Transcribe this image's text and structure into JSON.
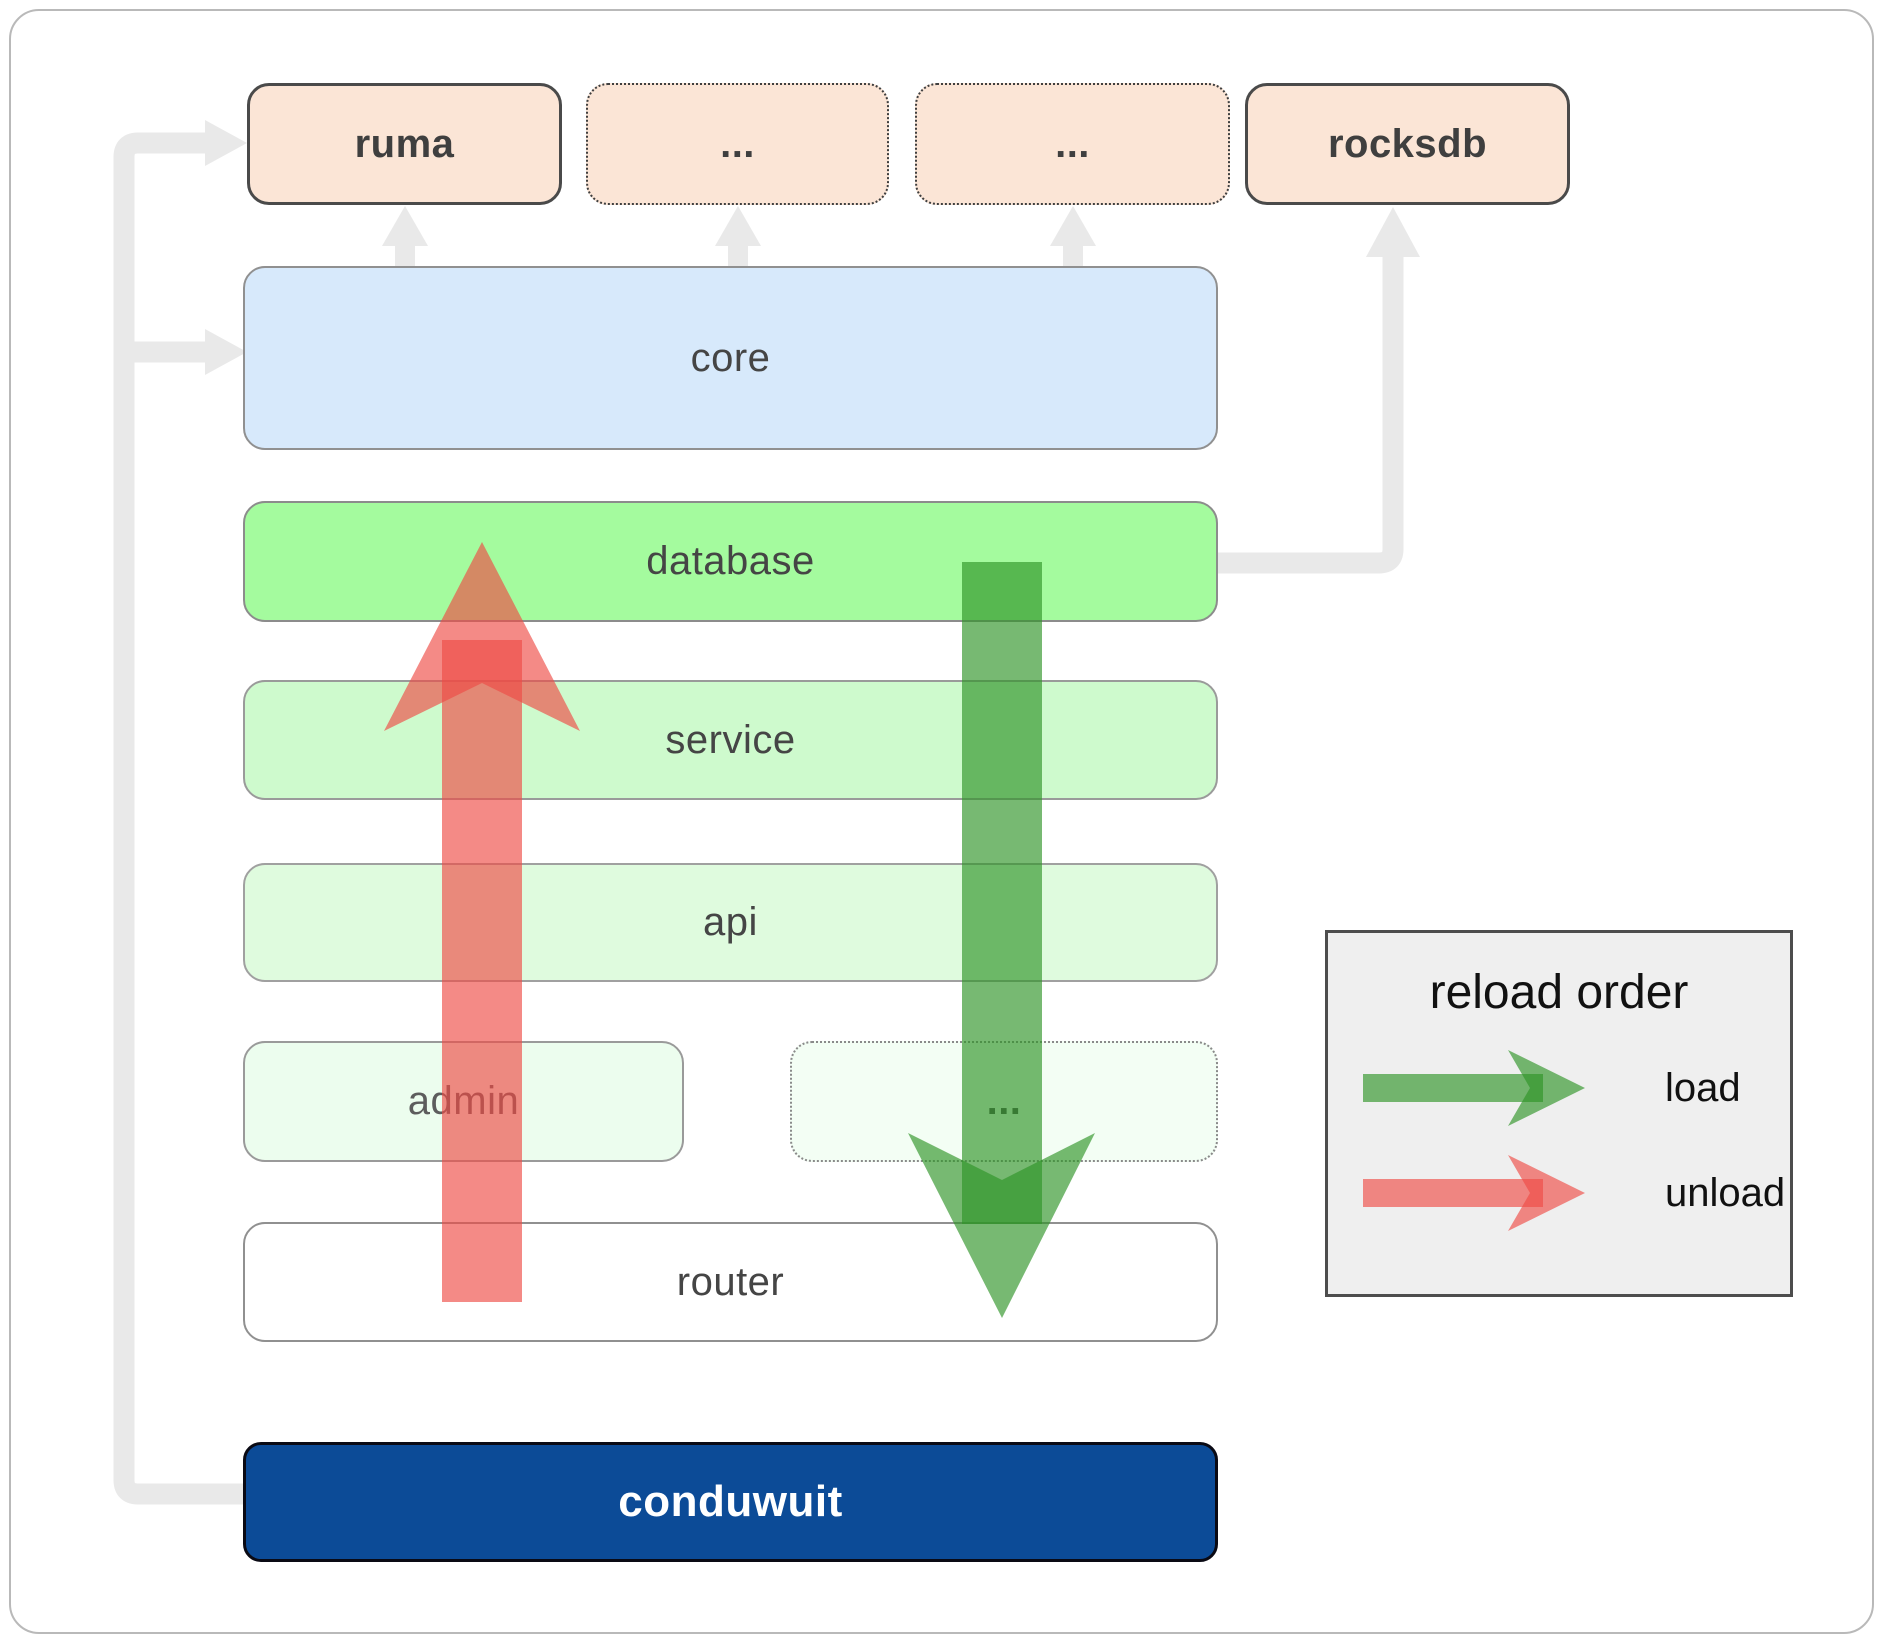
{
  "nodes": {
    "ruma": {
      "label": "ruma"
    },
    "crate_top_1": {
      "label": "..."
    },
    "crate_top_2": {
      "label": "..."
    },
    "rocksdb": {
      "label": "rocksdb"
    },
    "core": {
      "label": "core"
    },
    "database": {
      "label": "database"
    },
    "service": {
      "label": "service"
    },
    "api": {
      "label": "api"
    },
    "admin": {
      "label": "admin"
    },
    "admin_sibling": {
      "label": "..."
    },
    "router": {
      "label": "router"
    },
    "conduwuit": {
      "label": "conduwuit"
    }
  },
  "legend": {
    "title": "reload order",
    "items": [
      {
        "label": "load"
      },
      {
        "label": "unload"
      }
    ]
  },
  "colors": {
    "load": "#2e9427",
    "unload": "#ee4b45",
    "connector": "#e9e9e9",
    "conduwuit_blue": "#0c4b97",
    "crate_peach": "#fbe5d6",
    "core_blue": "#d7e9fb",
    "database_green": "#a4fb9e",
    "legend_bg": "#efefef"
  }
}
